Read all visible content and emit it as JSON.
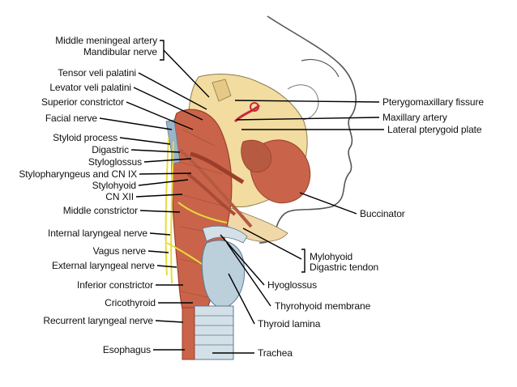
{
  "labels_left": [
    "Middle meningeal artery",
    "Mandibular nerve",
    "Tensor veli palatini",
    "Levator veli palatini",
    "Superior constrictor",
    "Facial nerve",
    "Styloid process",
    "Digastric",
    "Styloglossus",
    "Stylopharyngeus and CN IX",
    "Stylohyoid",
    "CN XII",
    "Middle constrictor",
    "Internal laryngeal nerve",
    "Vagus nerve",
    "External laryngeal nerve",
    "Inferior constrictor",
    "Cricothyroid",
    "Recurrent laryngeal nerve",
    "Esophagus"
  ],
  "labels_right": [
    "Pterygomaxillary fissure",
    "Maxillary artery",
    "Lateral pterygoid plate",
    "Buccinator",
    "Mylohyoid",
    "Digastric tendon",
    "Hyoglossus",
    "Thyrohyoid membrane",
    "Thyroid lamina",
    "Trachea"
  ],
  "colors": {
    "muscle": "#c9644a",
    "muscle_dark": "#9c3e2b",
    "bone": "#f2dca0",
    "skin_outline": "#555555",
    "nerve": "#e8dc3a",
    "artery": "#c8283a",
    "cartilage": "#bcd0dc"
  }
}
